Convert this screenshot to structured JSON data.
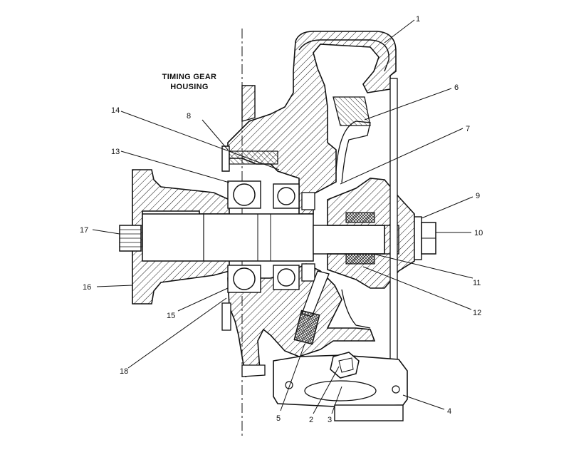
{
  "label": {
    "line1": "TIMING GEAR",
    "line2": "HOUSING"
  },
  "callouts": [
    {
      "number": "1"
    },
    {
      "number": "2"
    },
    {
      "number": "3"
    },
    {
      "number": "4"
    },
    {
      "number": "5"
    },
    {
      "number": "6"
    },
    {
      "number": "7"
    },
    {
      "number": "8"
    },
    {
      "number": "9"
    },
    {
      "number": "10"
    },
    {
      "number": "11"
    },
    {
      "number": "12"
    },
    {
      "number": "13"
    },
    {
      "number": "14"
    },
    {
      "number": "15"
    },
    {
      "number": "16"
    },
    {
      "number": "17"
    },
    {
      "number": "18"
    }
  ],
  "colors": {
    "ink": "#111111",
    "paper": "#ffffff"
  }
}
